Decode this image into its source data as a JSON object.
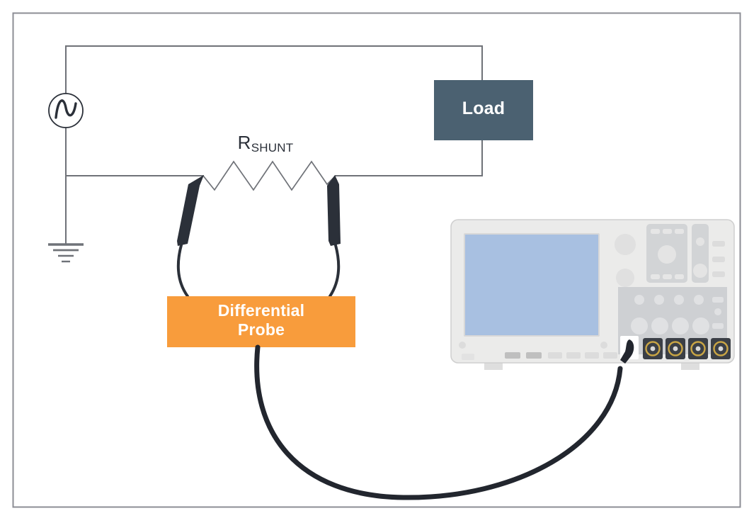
{
  "diagram": {
    "title": "Differential probe measuring a shunt resistor with an oscilloscope",
    "frame": {
      "border_color": "#8c8e95"
    },
    "components": {
      "ac_source": {
        "name": "AC voltage source",
        "symbol": "sine-wave-in-circle"
      },
      "ground": {
        "name": "Ground",
        "symbol": "earth-ground",
        "bars": 4
      },
      "shunt_resistor": {
        "label_main": "R",
        "label_sub": "SHUNT",
        "symbol": "zigzag-resistor",
        "peaks": 3
      },
      "load": {
        "label": "Load",
        "fill": "#4b6171",
        "text_color": "#ffffff"
      },
      "differential_probe": {
        "label_line1": "Differential",
        "label_line2": "Probe",
        "fill": "#f89c3c",
        "text_color": "#ffffff"
      },
      "probe_tips": {
        "count": 2,
        "color": "#2b3039",
        "name": "probe-tip"
      },
      "probe_cable": {
        "color": "#22262e",
        "name": "coax-cable-to-scope"
      },
      "oscilloscope": {
        "name": "oscilloscope",
        "body_fill": "#ebebea",
        "screen_fill": "#a8c0e1",
        "panel_fill": "#ced0d3",
        "bnc_count": 4,
        "bnc_body": "#3b3f46",
        "bnc_ring": "#c9a545",
        "probe_port": {
          "name": "probe-input-port",
          "fill": "#ffffff"
        },
        "feet": 2,
        "bottom_buttons": 8
      }
    },
    "wires": {
      "color_thin": "#6f7278",
      "color_dark": "#22262e"
    }
  }
}
